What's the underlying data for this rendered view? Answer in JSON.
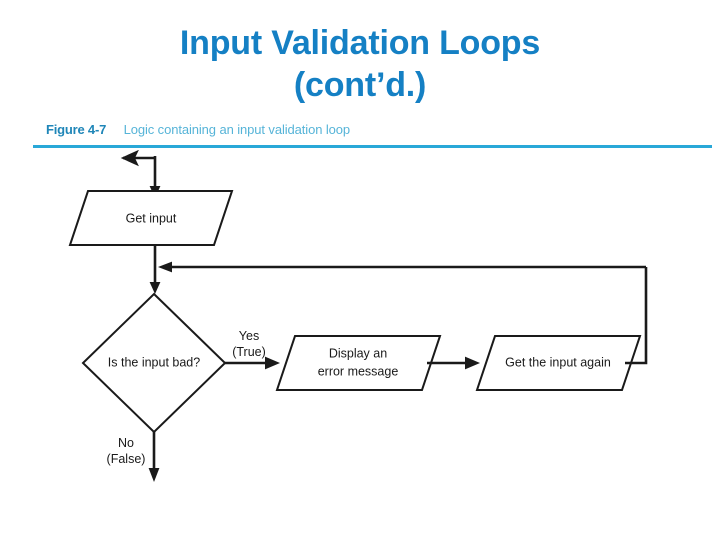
{
  "slide": {
    "title_line1": "Input Validation Loops",
    "title_line2": "(cont’d.)",
    "title_color": "#1580c4",
    "background_color": "#ffffff"
  },
  "figure": {
    "label": "Figure 4-7",
    "description": "Logic containing an input validation loop",
    "label_color": "#1f86b8",
    "description_color": "#56b4d8",
    "rule_color": "#29a8d8"
  },
  "flowchart": {
    "line_color": "#1a1a1a",
    "fill_color": "#ffffff",
    "nodes": {
      "get_input": "Get input",
      "decision": "Is the input bad?",
      "display_error_line1": "Display an",
      "display_error_line2": "error message",
      "get_again": "Get the input again"
    },
    "branches": {
      "yes_line1": "Yes",
      "yes_line2": "(True)",
      "no_line1": "No",
      "no_line2": "(False)"
    }
  }
}
